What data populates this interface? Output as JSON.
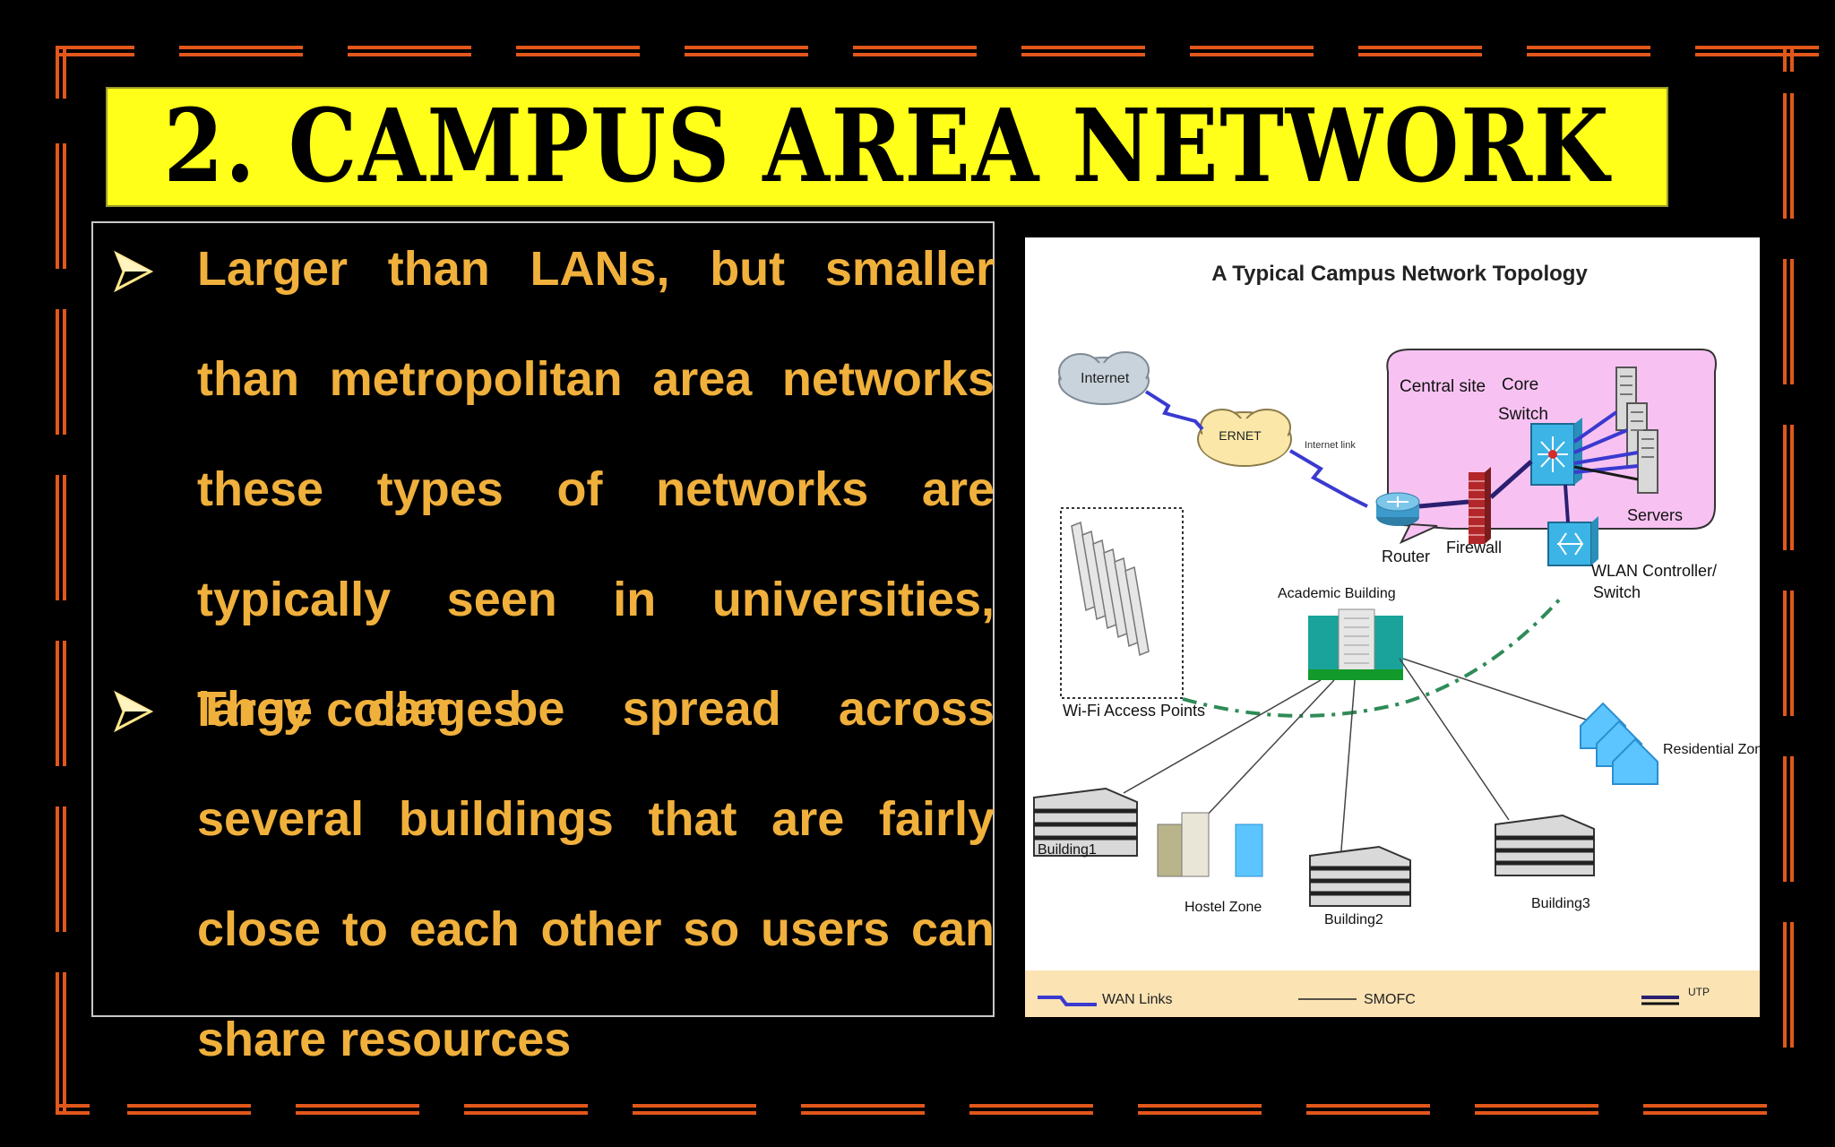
{
  "slide": {
    "title": "2. Campus Area Network",
    "bullets": [
      "Larger than LANs, but smaller than metropolitan area networks these types of networks are typically seen in universities, large colleges",
      "They can be spread across several buildings that are fairly close to each other so users can share resources"
    ]
  },
  "diagram": {
    "title": "A Typical  Campus Network Topology",
    "labels": {
      "internet": "Internet",
      "ernet": "ERNET",
      "internet_link": "Internet link",
      "central_site": "Central site",
      "core_switch": "Core\nSwitch",
      "core": "Core",
      "switch": "Switch",
      "servers": "Servers",
      "router": "Router",
      "firewall": "Firewall",
      "wlan_controller": "WLAN Controller/",
      "wlan_switch": "Switch",
      "academic_building": "Academic Building",
      "wifi_access_points": "Wi-Fi Access Points",
      "residential_zone": "Residential Zone",
      "building1": "Building1",
      "hostel_zone": "Hostel Zone",
      "building2": "Building2",
      "building3": "Building3"
    },
    "legend": {
      "wan_links": "WAN Links",
      "smofc": "SMOFC",
      "utp": "UTP"
    }
  },
  "colors": {
    "background": "#000000",
    "title_bg": "#ffff1a",
    "bullet_text": "#f0b03c",
    "frame_orange": "#e2571a",
    "central_site_bg": "#f7c2f2",
    "legend_bg": "#fbe3b4"
  }
}
